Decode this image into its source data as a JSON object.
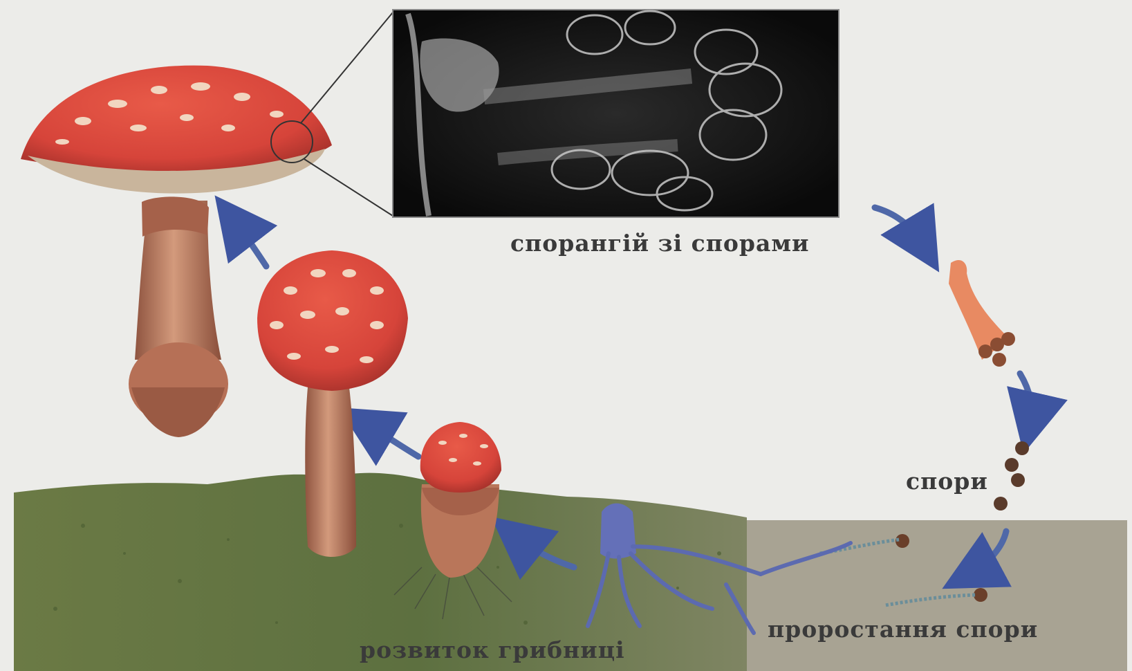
{
  "labels": {
    "sporangium": "спорангій зі спорами",
    "spores": "спори",
    "germination": "проростання спори",
    "mycelium": "розвиток грибниці"
  },
  "colors": {
    "background": "#ecece9",
    "cap_red": "#d6443a",
    "cap_dark": "#b3322c",
    "cap_spots": "#f1d6c0",
    "gills": "#c9b59c",
    "stem": "#c07a5e",
    "stem_dark": "#8f5440",
    "soil_green": "#5d7040",
    "soil_grey": "#a8a393",
    "arrow_blue": "#4f68a8",
    "mycelium_blue": "#6470b8",
    "micrograph_bg": "#0d0d0d",
    "spore_brown": "#5a3b2b"
  },
  "icons": [
    "arrow-curved-icon"
  ]
}
